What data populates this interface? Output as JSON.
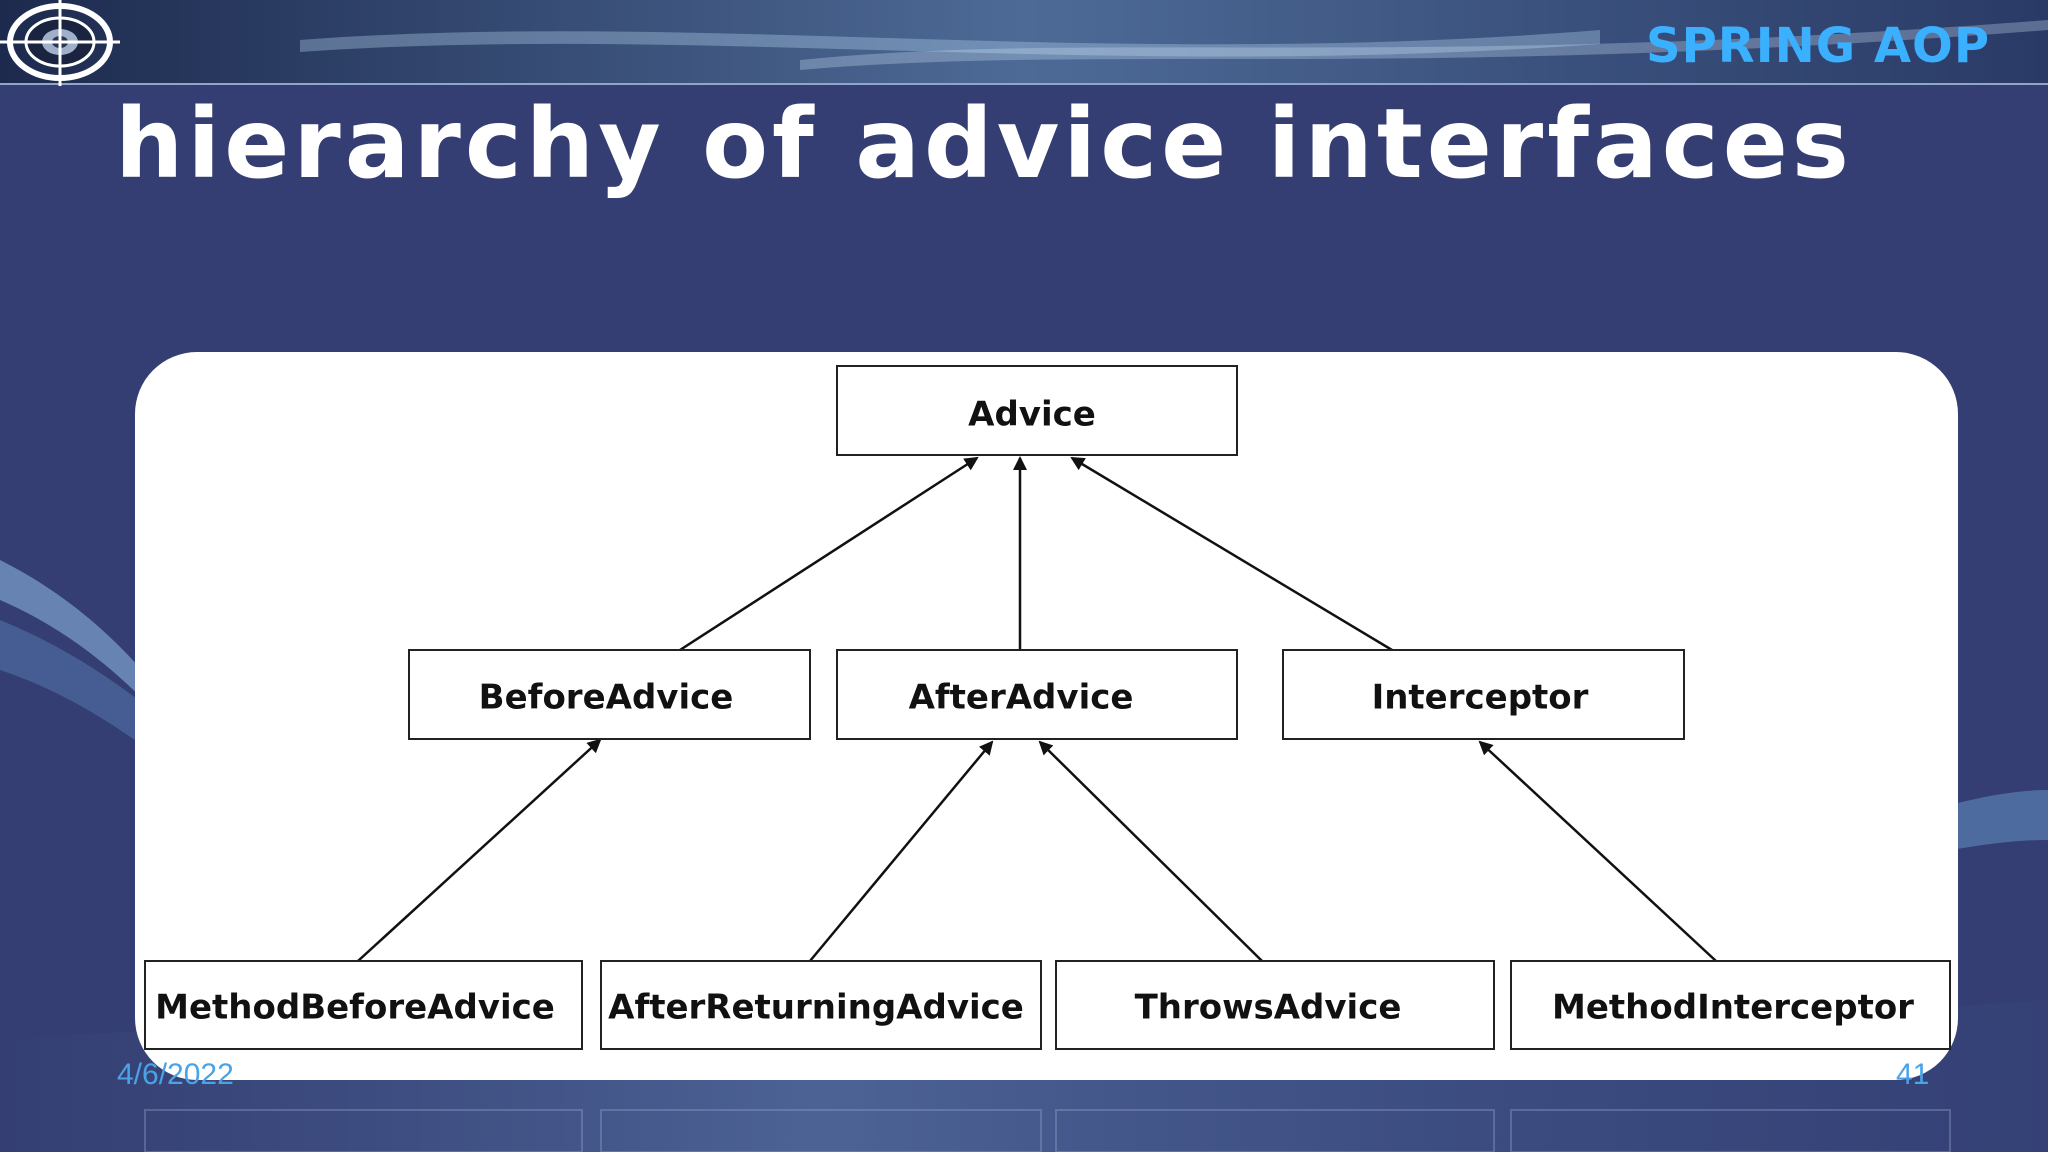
{
  "header": {
    "brand": "SPRING AOP"
  },
  "slide": {
    "title": "hierarchy of advice interfaces"
  },
  "diagram": {
    "nodes": {
      "advice": "Advice",
      "before_advice": "BeforeAdvice",
      "after_advice": "AfterAdvice",
      "interceptor": "Interceptor",
      "method_before_advice": "MethodBeforeAdvice",
      "after_returning_advice": "AfterReturningAdvice",
      "throws_advice": "ThrowsAdvice",
      "method_interceptor": "MethodInterceptor"
    },
    "edges": [
      {
        "from": "BeforeAdvice",
        "to": "Advice"
      },
      {
        "from": "AfterAdvice",
        "to": "Advice"
      },
      {
        "from": "Interceptor",
        "to": "Advice"
      },
      {
        "from": "MethodBeforeAdvice",
        "to": "BeforeAdvice"
      },
      {
        "from": "AfterReturningAdvice",
        "to": "AfterAdvice"
      },
      {
        "from": "ThrowsAdvice",
        "to": "AfterAdvice"
      },
      {
        "from": "MethodInterceptor",
        "to": "Interceptor"
      }
    ]
  },
  "footer": {
    "date": "4/6/2022",
    "page": "41"
  },
  "colors": {
    "background": "#343e72",
    "brand": "#3ab0ff",
    "footer_text": "#4aa3e6"
  },
  "icons": {
    "logo": "target-eye-logo-icon"
  }
}
